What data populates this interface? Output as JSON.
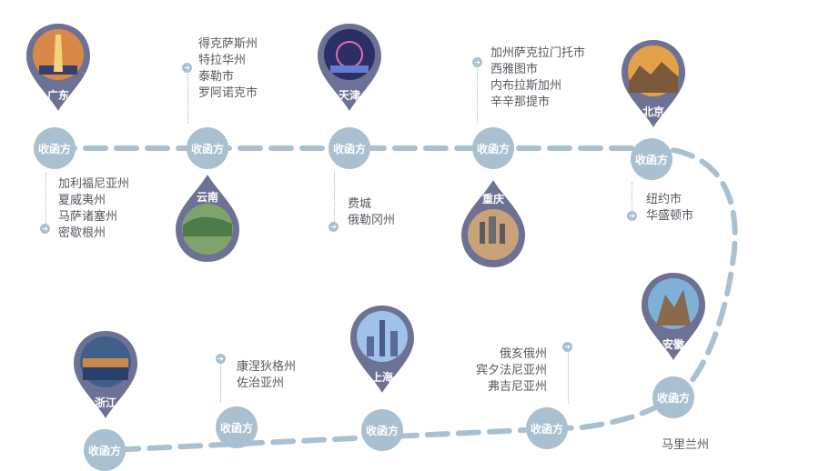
{
  "node_label": "收函方",
  "colors": {
    "pin": "#6d7294",
    "node": "#a9c0d0",
    "path": "#a9c0d0",
    "text": "#555a60"
  },
  "icons": {
    "arrow": "arrow-icon"
  },
  "stops": [
    {
      "city": "广东",
      "states": []
    },
    {
      "city": "云南",
      "states": [
        "得克萨斯州",
        "特拉华州",
        "泰勒市",
        "罗阿诺克市"
      ]
    },
    {
      "city": "天津",
      "states": []
    },
    {
      "city": "重庆",
      "states": [
        "加州萨克拉门托市",
        "西雅图市",
        "内布拉斯加州",
        "辛辛那提市"
      ]
    },
    {
      "city": "北京",
      "states": [
        "纽约市",
        "华盛顿市"
      ]
    },
    {
      "city": "安徽",
      "states": [
        "马里兰州"
      ]
    },
    {
      "city": "上海",
      "states": [
        "俄亥俄州",
        "宾夕法尼亚州",
        "弗吉尼亚州"
      ]
    },
    {
      "city": "浙江",
      "states": [
        "康涅狄格州",
        "佐治亚州"
      ]
    }
  ],
  "lower_lists": {
    "guangdong": [
      "加利福尼亚州",
      "夏威夷州",
      "马萨诸塞州",
      "密歇根州"
    ],
    "tianjin": [
      "费城",
      "俄勒冈州"
    ]
  }
}
